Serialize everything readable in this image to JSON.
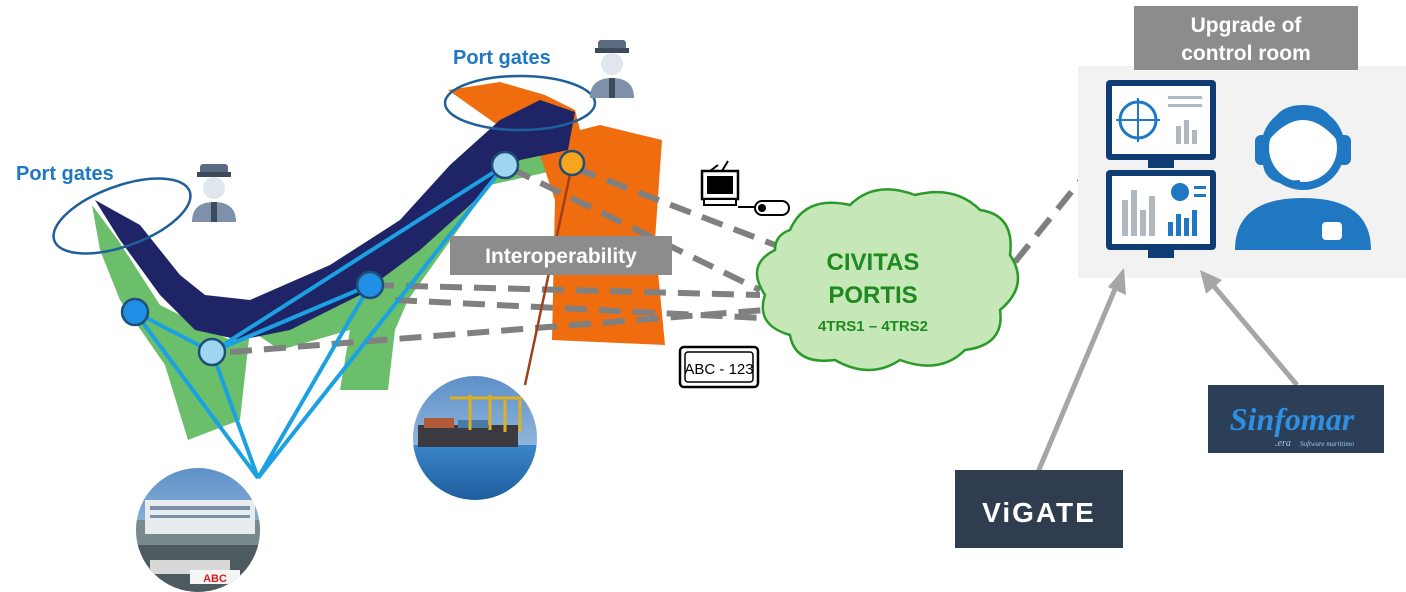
{
  "labels": {
    "port_gates_top": "Port gates",
    "port_gates_left": "Port gates",
    "interoperability": "Interoperability",
    "upgrade_line1": "Upgrade of",
    "upgrade_line2": "control room",
    "cloud_line1": "CIVITAS",
    "cloud_line2": "PORTIS",
    "cloud_line3": "4TRS1 – 4TRS2",
    "plate": "ABC - 123",
    "truck_logo": "ABC"
  },
  "logos": {
    "vigate": "ViGATE",
    "sinfomar_main": "Sinfomar",
    "sinfomar_small": ".era",
    "sinfomar_sub": "Software marittimo"
  },
  "colors": {
    "accent_blue": "#1f78c1",
    "port_navy": "#1e2466",
    "port_green": "#6bbf6a",
    "port_orange": "#ef6c0f",
    "cloud_green": "#c6e8b8",
    "gray_box": "#8c8c8c",
    "link_blue": "#1ba1e2"
  }
}
